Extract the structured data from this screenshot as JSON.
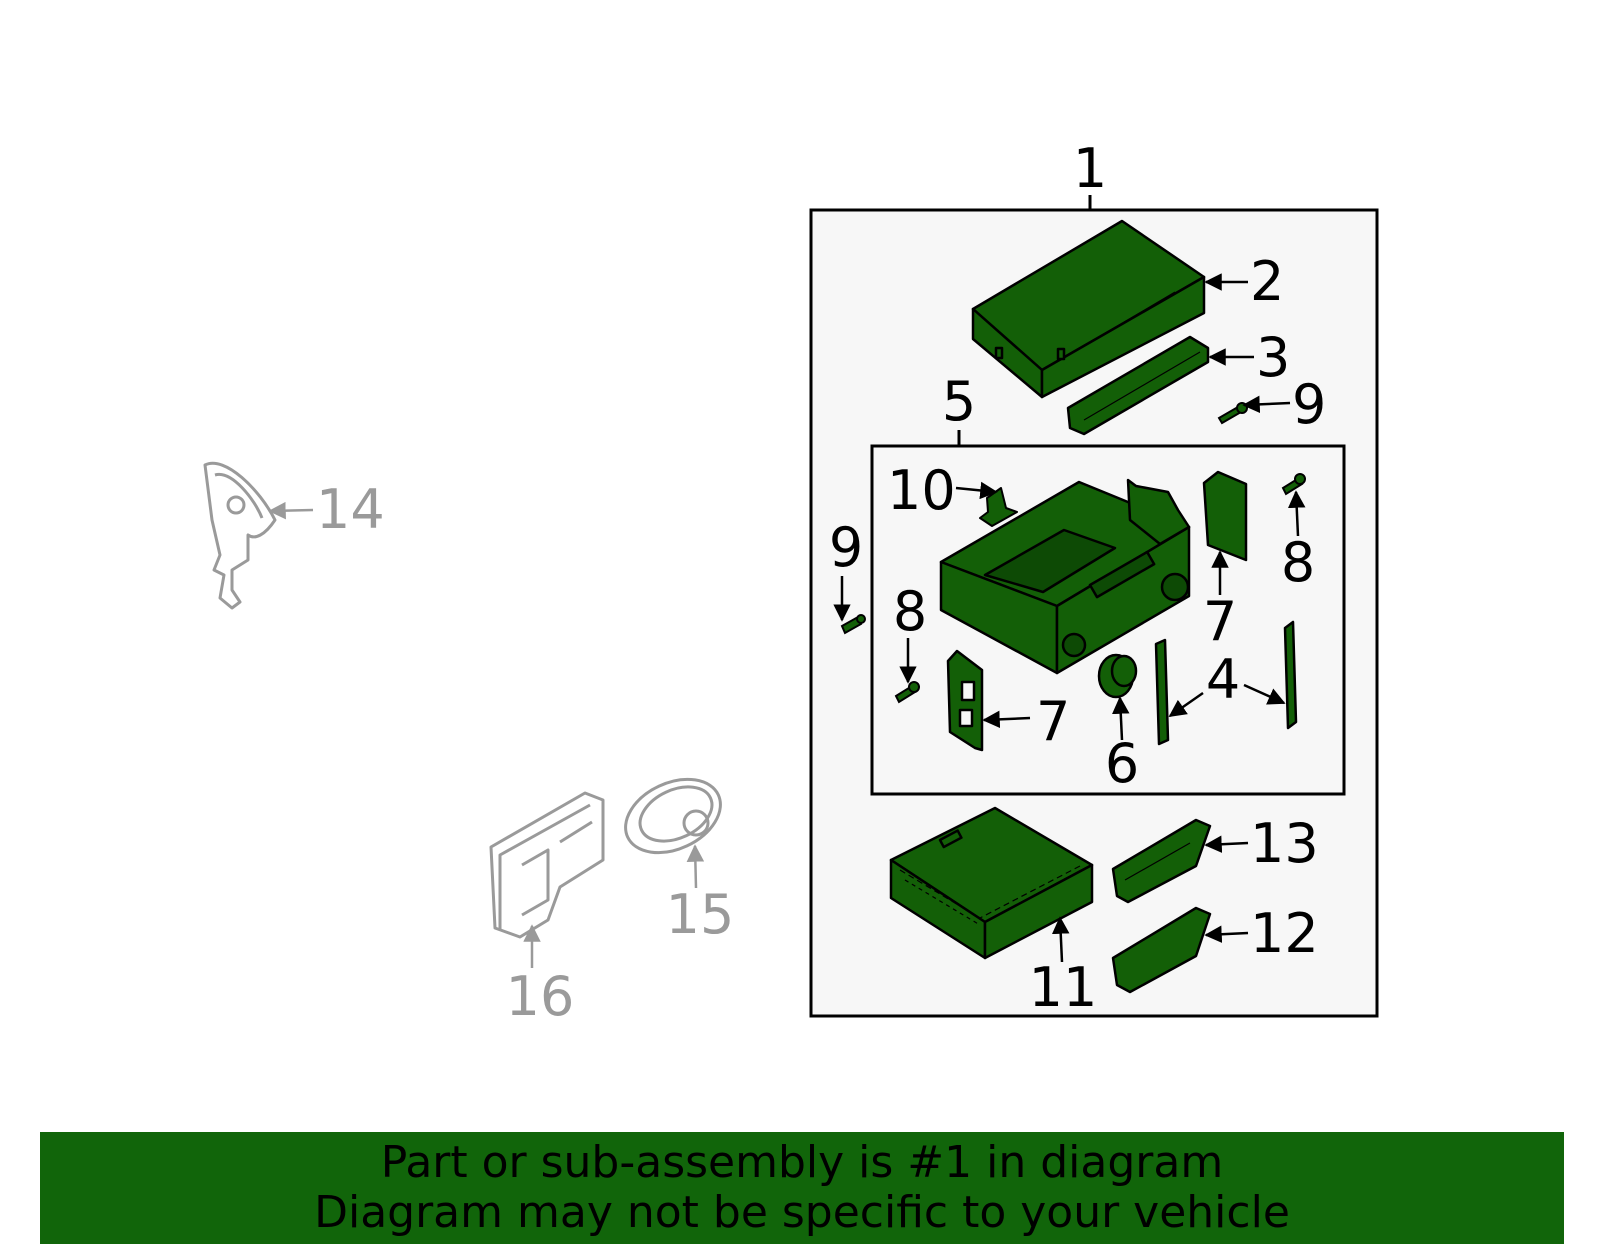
{
  "colors": {
    "part_fill": "#135f07",
    "banner_bg": "#11650a",
    "ghost_stroke": "#9a9a9a",
    "assembly_bg": "#f7f7f7"
  },
  "callouts": {
    "c1": "1",
    "c2": "2",
    "c3": "3",
    "c4": "4",
    "c5": "5",
    "c6": "6",
    "c7a": "7",
    "c7b": "7",
    "c8a": "8",
    "c8b": "8",
    "c9a": "9",
    "c9b": "9",
    "c10": "10",
    "c11": "11",
    "c12": "12",
    "c13": "13",
    "c14": "14",
    "c15": "15",
    "c16": "16"
  },
  "banner": {
    "line1": "Part or sub-assembly is #1 in diagram",
    "line2": "Diagram may not be specific to your vehicle"
  }
}
